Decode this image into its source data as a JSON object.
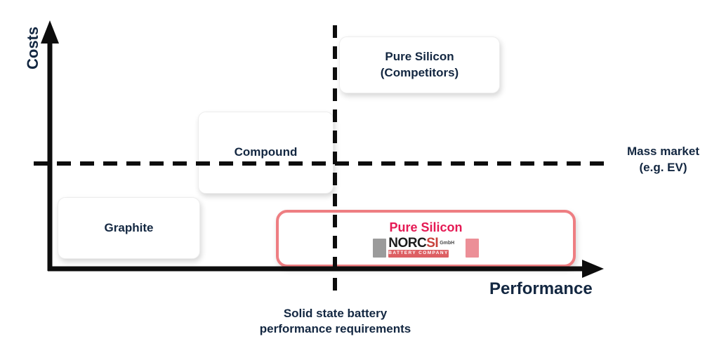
{
  "diagram": {
    "axes": {
      "y_label": "Costs",
      "x_label": "Performance"
    },
    "reference_lines": {
      "horizontal_threshold": {
        "label_line1": "Mass market",
        "label_line2": "(e.g. EV)"
      },
      "vertical_threshold": {
        "label_line1": "Solid state battery",
        "label_line2": "performance requirements"
      }
    },
    "items": {
      "competitors": {
        "line1": "Pure Silicon",
        "line2": "(Competitors)"
      },
      "compound": {
        "label": "Compound"
      },
      "graphite": {
        "label": "Graphite"
      },
      "norcsi": {
        "title": "Pure Silicon",
        "logo": {
          "name_black": "NORC",
          "name_red": "SI",
          "suffix": "GmbH",
          "banner": "BATTERY COMPANY"
        }
      }
    },
    "colors": {
      "text_navy": "#132741",
      "axis_black": "#0d0d0d",
      "highlight_text_pink": "#e51a54",
      "highlight_border_salmon": "#ee7e82",
      "logo_gray": "#9b9b9b",
      "logo_red": "#c8423c",
      "logo_banner_red": "#dd5f63",
      "logo_pink": "#ec8f97"
    }
  }
}
